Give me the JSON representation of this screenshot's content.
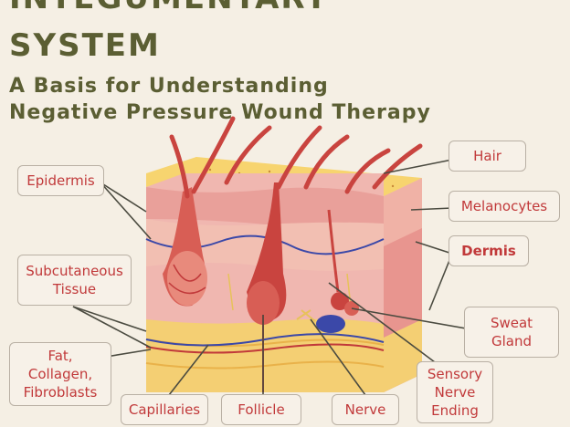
{
  "title": {
    "line1": "INTEGUMENTARY",
    "line2": "SYSTEM",
    "subtitle1": "A Basis for Understanding",
    "subtitle2": "Negative Pressure Wound Therapy"
  },
  "labels": {
    "epidermis": "Epidermis",
    "subcutaneous": "Subcutaneous Tissue",
    "fat": "Fat, Collagen, Fibroblasts",
    "capillaries": "Capillaries",
    "follicle": "Follicle",
    "nerve": "Nerve",
    "sensory": "Sensory Nerve Ending",
    "hair": "Hair",
    "melanocytes": "Melanocytes",
    "dermis": "Dermis",
    "sweat": "Sweat Gland"
  },
  "colors": {
    "title": "#5b5e33",
    "label_text": "#c1393a",
    "background": "#f5efe4"
  }
}
